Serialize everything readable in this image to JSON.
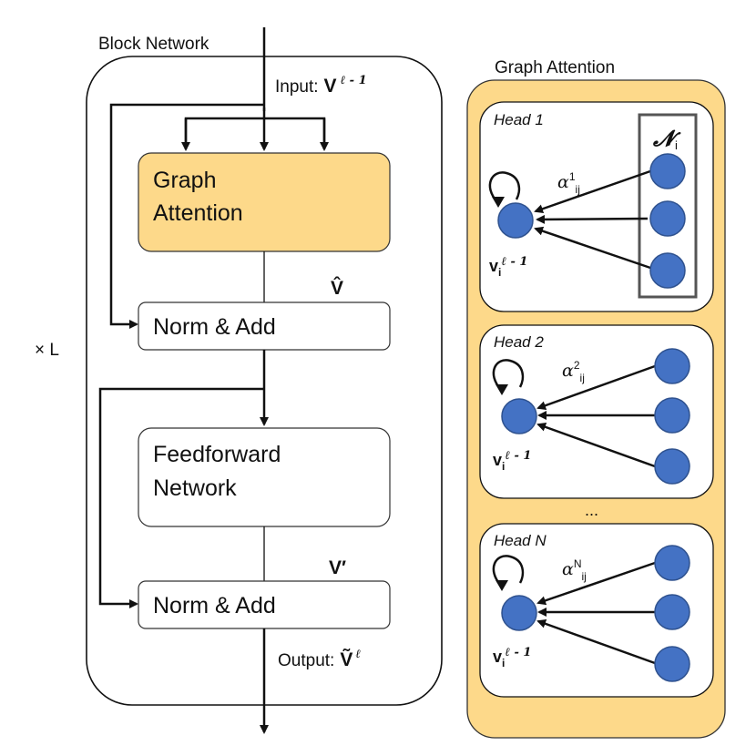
{
  "block": {
    "title": "Block Network",
    "input_label": "Input:",
    "input_sym": "V",
    "input_sup": "ℓ - 1",
    "graph_attention_line1": "Graph",
    "graph_attention_line2": "Attention",
    "v_hat": "V̂",
    "norm_add_1": "Norm & Add",
    "ffn_line1": "Feedforward",
    "ffn_line2": "Network",
    "v_prime": "V′",
    "norm_add_2": "Norm & Add",
    "output_label": "Output:",
    "output_sym": "Ṽ",
    "output_sup": "ℓ",
    "repeat": "× L"
  },
  "attention": {
    "title": "Graph Attention",
    "neighborhood_sym": "𝓝",
    "neighborhood_sub": "i",
    "heads": [
      {
        "label": "Head 1",
        "alpha": "α",
        "alpha_sup": "1",
        "alpha_sub": "ij",
        "node": "v",
        "node_sub": "i",
        "node_sup": "ℓ - 1"
      },
      {
        "label": "Head 2",
        "alpha": "α",
        "alpha_sup": "2",
        "alpha_sub": "ij",
        "node": "v",
        "node_sub": "i",
        "node_sup": "ℓ - 1"
      },
      {
        "label": "Head N",
        "alpha": "α",
        "alpha_sup": "N",
        "alpha_sub": "ij",
        "node": "v",
        "node_sub": "i",
        "node_sup": "ℓ - 1"
      }
    ],
    "ellipsis": "..."
  },
  "colors": {
    "attention_fill": "#fdd98a",
    "node_fill": "#4472c4",
    "node_stroke": "#2f528f",
    "line": "#111111",
    "neighborhood_box": "#555555"
  }
}
